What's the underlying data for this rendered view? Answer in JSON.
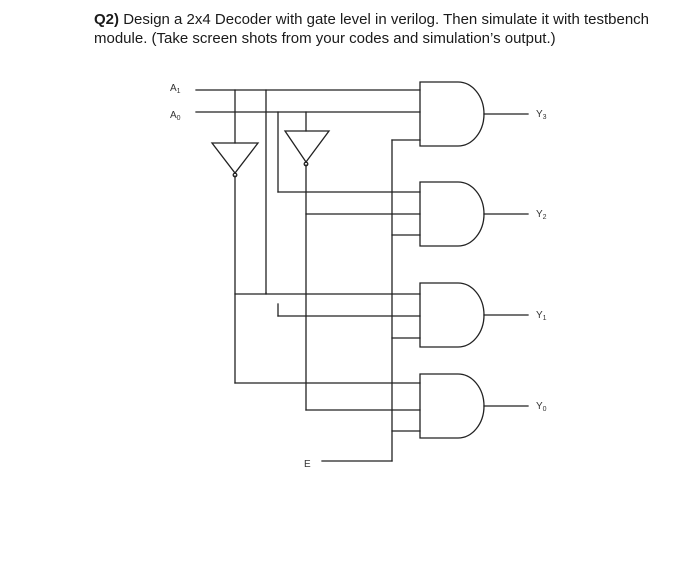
{
  "question": {
    "number": "Q2)",
    "text": "Design a 2x4 Decoder with gate level in verilog. Then simulate it with testbench module. (Take screen shots from your codes and simulation’s output.)"
  },
  "diagram": {
    "inputs": [
      {
        "letter": "A",
        "index": "1"
      },
      {
        "letter": "A",
        "index": "0"
      },
      {
        "letter": "E",
        "index": ""
      }
    ],
    "outputs": [
      {
        "letter": "Y",
        "index": "3"
      },
      {
        "letter": "Y",
        "index": "2"
      },
      {
        "letter": "Y",
        "index": "1"
      },
      {
        "letter": "Y",
        "index": "0"
      }
    ],
    "gates": [
      "AND",
      "AND",
      "AND",
      "AND"
    ],
    "inverters": 2
  }
}
